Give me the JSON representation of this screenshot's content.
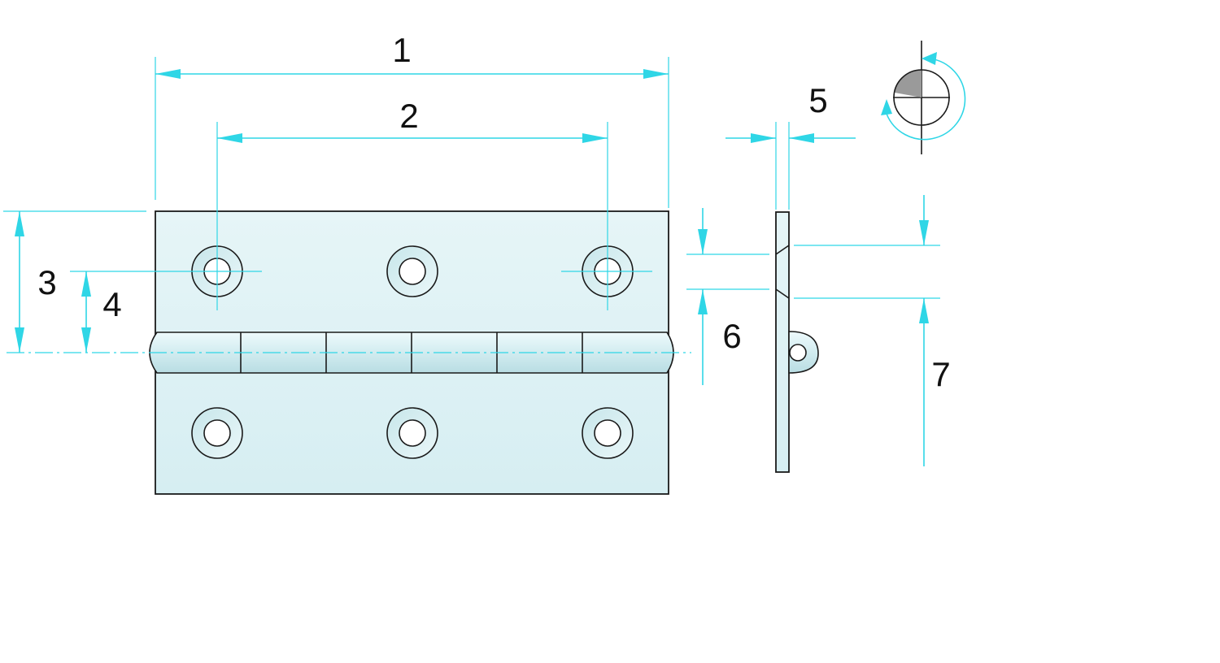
{
  "figure": {
    "dimension_labels": {
      "d1": "1",
      "d2": "2",
      "d3": "3",
      "d4": "4",
      "d5": "5",
      "d6": "6",
      "d7": "7"
    }
  },
  "colors": {
    "dimension": "#2fd6e6",
    "outline": "#1a1a1a",
    "plate_fill": "#dff1f4",
    "symbol_fill": "#9a9a9a"
  },
  "icons": {
    "projection": "projection-symbol-icon"
  }
}
